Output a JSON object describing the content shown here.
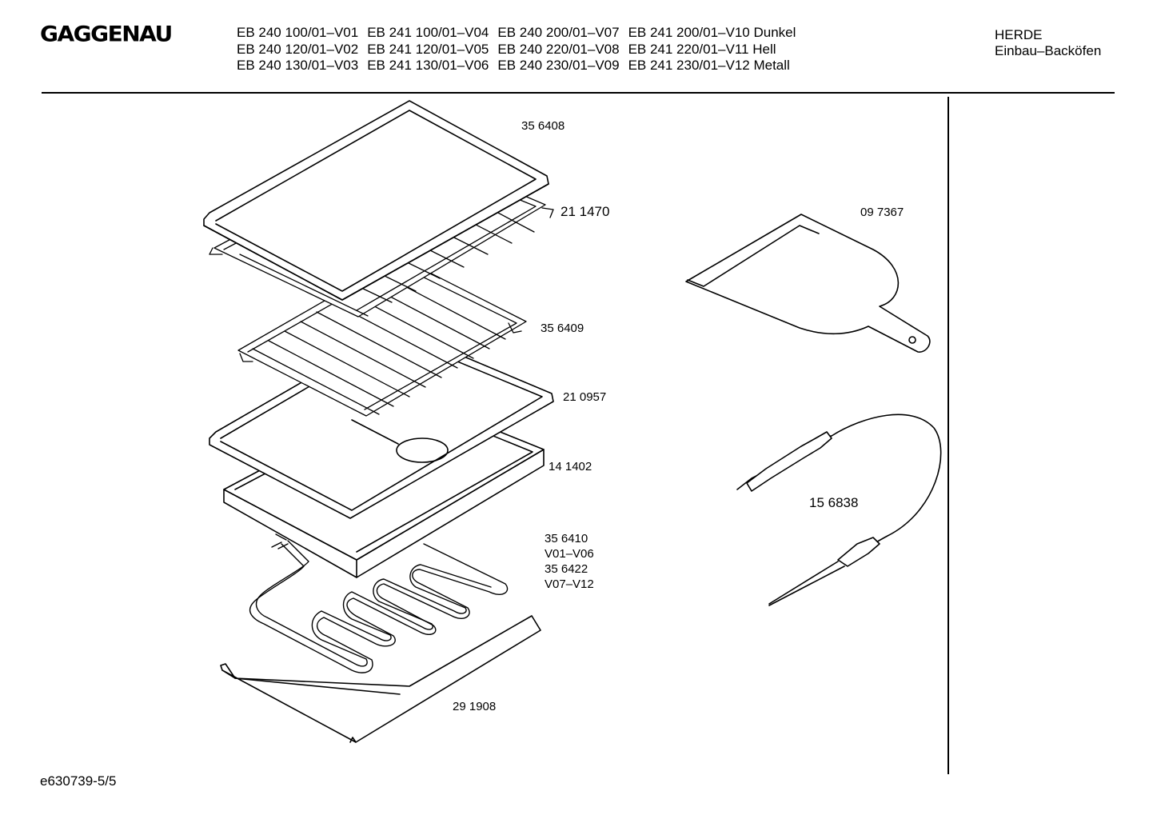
{
  "header": {
    "brand": "GAGGENAU",
    "models": [
      [
        "EB 240 100/01–V01",
        "EB 241 100/01–V04",
        "EB 240 200/01–V07",
        "EB 241 200/01–V10 Dunkel"
      ],
      [
        "EB 240 120/01–V02",
        "EB 241 120/01–V05",
        "EB 240 220/01–V08",
        "EB 241 220/01–V11 Hell"
      ],
      [
        "EB 240 130/01–V03",
        "EB 241 130/01–V06",
        "EB 240 230/01–V09",
        "EB 241 230/01–V12 Metall"
      ]
    ],
    "category": "HERDE",
    "subcategory": "Einbau–Backöfen"
  },
  "parts": {
    "p356408": "35 6408",
    "p211470": "21 1470",
    "p356409": "35 6409",
    "p210957": "21 0957",
    "p141402": "14 1402",
    "p356410": "35 6410",
    "p356410_var": "V01–V06",
    "p356422": "35 6422",
    "p356422_var": "V07–V12",
    "p291908": "29 1908",
    "p097367": "09 7367",
    "p156838": "15 6838"
  },
  "footer": {
    "doc_id": "e630739-5/5"
  }
}
